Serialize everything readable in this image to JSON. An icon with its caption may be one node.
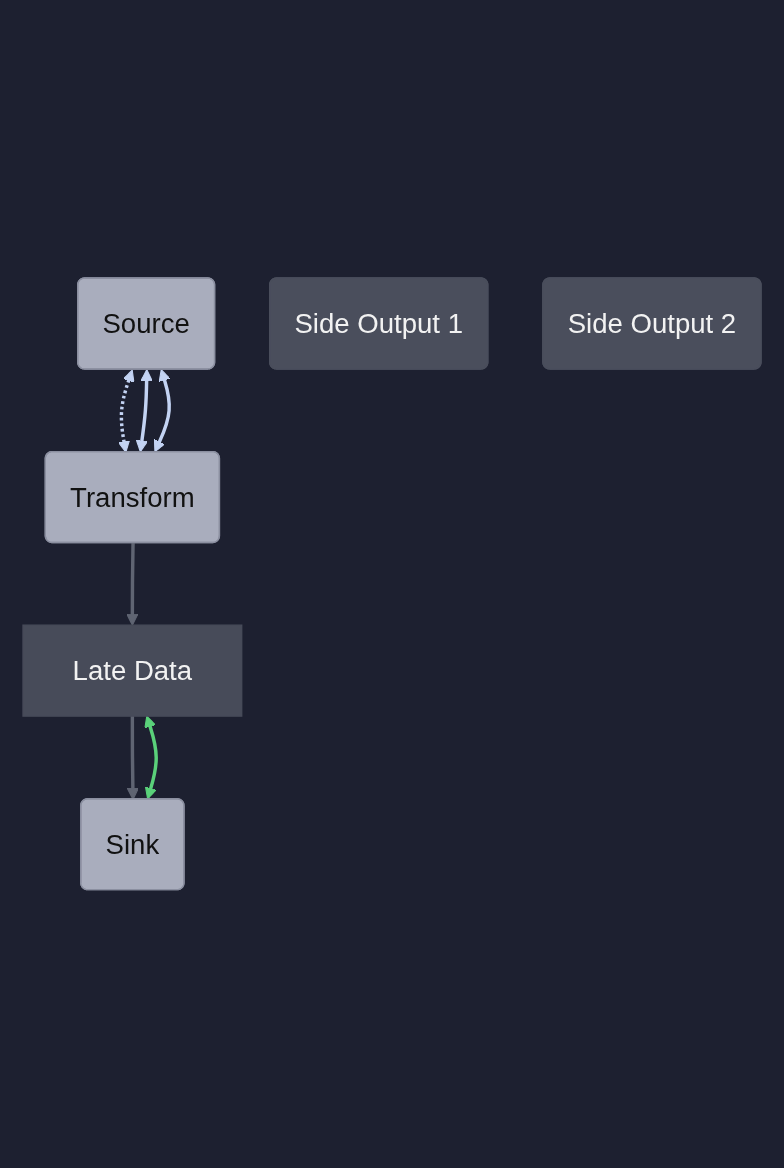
{
  "diagram": {
    "nodes": [
      {
        "text": [
          "Source"
        ]
      },
      {
        "text": [
          "Side Output 1"
        ]
      },
      {
        "text": [
          "Side Output 2"
        ]
      },
      {
        "text": [
          "Transform"
        ]
      },
      {
        "text": [
          "Late Data"
        ]
      },
      {
        "text": [
          "Sink"
        ]
      }
    ],
    "edges": [
      {
        "from": 3,
        "to": 0,
        "arrow": "both"
      },
      {
        "from": 0,
        "to": 3,
        "arrow": "both",
        "style": "dashed"
      },
      {
        "from": 3,
        "to": 0,
        "arrow": "both"
      },
      {
        "from": 3,
        "to": 4,
        "arrow": "to",
        "color": "#5f6472"
      },
      {
        "from": 4,
        "to": 5,
        "arrow": "to",
        "color": "#5f6472"
      },
      {
        "from": 5,
        "to": 4,
        "arrow": "both",
        "color": "#5ad17a"
      }
    ]
  }
}
